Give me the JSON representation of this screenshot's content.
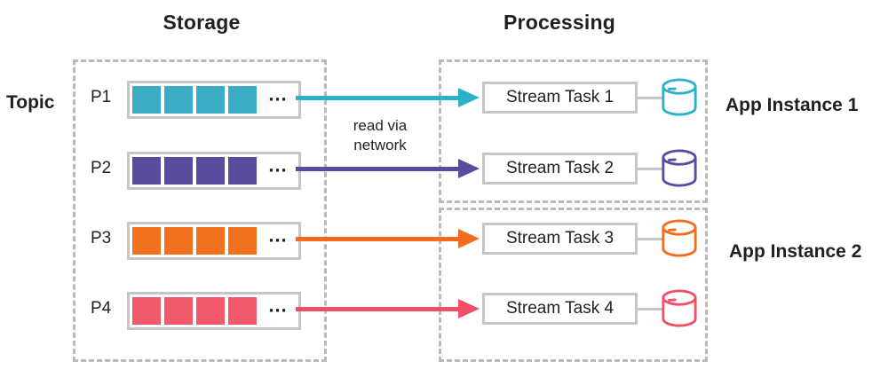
{
  "diagram": {
    "storage_title": "Storage",
    "processing_title": "Processing",
    "topic_label": "Topic",
    "app_instance_1_label": "App Instance 1",
    "app_instance_2_label": "App Instance 2",
    "read_via_line1": "read via",
    "read_via_line2": "network",
    "ellipsis": "..."
  },
  "rows": [
    {
      "partition_label": "P1",
      "task_label": "Stream Task 1",
      "fill_color": "#3aadc4",
      "accent_color": "#2bb2c9"
    },
    {
      "partition_label": "P2",
      "task_label": "Stream Task 2",
      "fill_color": "#5a4b9e",
      "accent_color": "#5a4b9e"
    },
    {
      "partition_label": "P3",
      "task_label": "Stream Task 3",
      "fill_color": "#f0721f",
      "accent_color": "#f36c1e"
    },
    {
      "partition_label": "P4",
      "task_label": "Stream Task 4",
      "fill_color": "#f2596a",
      "accent_color": "#f14f63"
    }
  ],
  "colors": {
    "dashed_border": "#b9b9b9",
    "box_border": "#c6c6c6",
    "text": "#231f20",
    "background": "#ffffff"
  }
}
